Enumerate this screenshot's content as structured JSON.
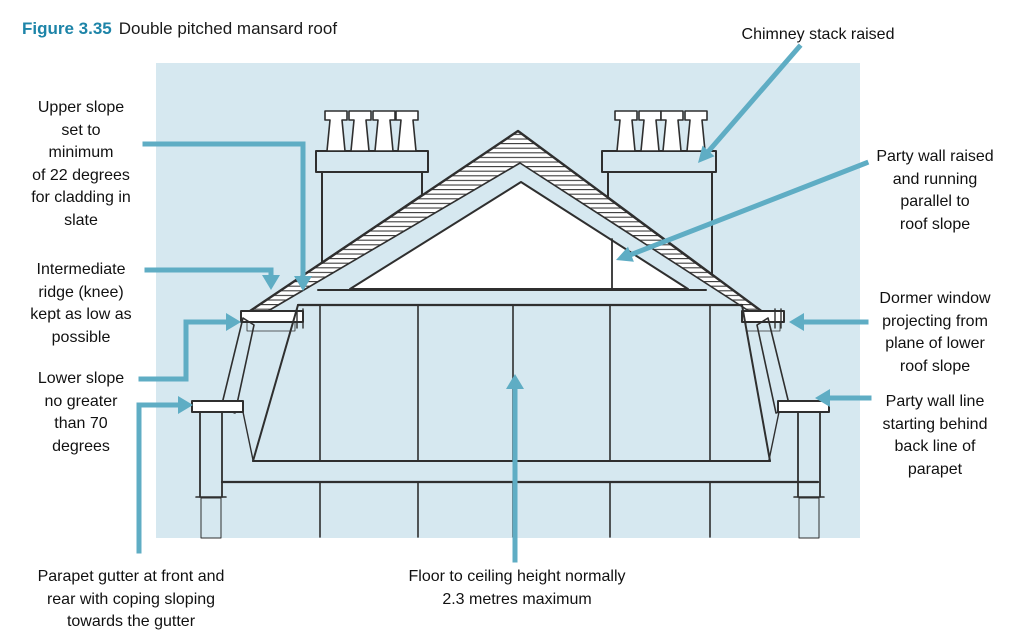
{
  "figure": {
    "label": "Figure 3.35",
    "title": "Double pitched mansard roof"
  },
  "labels": {
    "upper_slope": "Upper slope\nset to\nminimum\nof 22 degrees\nfor cladding in\nslate",
    "intermediate_ridge": "Intermediate\nridge (knee)\nkept as low as\npossible",
    "lower_slope": "Lower slope\nno greater\nthan 70\ndegrees",
    "parapet_gutter": "Parapet gutter at front and\nrear with coping sloping\ntowards the gutter",
    "floor_ceiling": "Floor to ceiling height normally\n2.3 metres maximum",
    "chimney_stack": "Chimney stack raised",
    "party_wall_raised": "Party wall raised\nand running\nparallel to\nroof slope",
    "dormer_window": "Dormer window\nprojecting from\nplane of lower\nroof slope",
    "party_wall_line": "Party wall line\nstarting behind\nback line of\nparapet"
  },
  "colors": {
    "accent": "#5fadc4",
    "figure_label": "#1d84a8",
    "panel": "#d6e8f0",
    "ink": "#2f2f2f"
  }
}
